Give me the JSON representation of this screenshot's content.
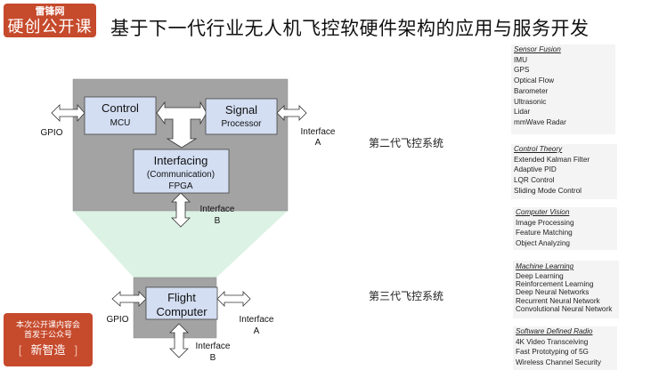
{
  "logo": {
    "line1": "雷锋网",
    "line2": "硬创公开课"
  },
  "title": "基于下一代行业无人机飞控软硬件架构的应用与服务开发",
  "promo": {
    "line1": "本次公开课内容会",
    "line2": "首发于公众号",
    "bracket_left": "[",
    "name": "新智造",
    "bracket_right": "]"
  },
  "diagram_gen2": {
    "control": {
      "title": "Control",
      "sub": "MCU"
    },
    "signal": {
      "title": "Signal",
      "sub": "Processor"
    },
    "interfacing": {
      "title": "Interfacing",
      "sub1": "(Communication)",
      "sub2": "FPGA"
    },
    "gpio": "GPIO",
    "interface_a": {
      "l1": "Interface",
      "l2": "A"
    },
    "interface_b": {
      "l1": "Interface",
      "l2": "B"
    }
  },
  "diagram_gen3": {
    "flight": {
      "l1": "Flight",
      "l2": "Computer"
    },
    "gpio": "GPIO",
    "interface_a": {
      "l1": "Interface",
      "l2": "A"
    },
    "interface_b": {
      "l1": "Interface",
      "l2": "B"
    }
  },
  "labels": {
    "gen2": "第二代飞控系统",
    "gen3": "第三代飞控系统"
  },
  "colors": {
    "brand": "#c64a2c",
    "chip_gray": "#a3a3a3",
    "block_blue": "#d3def2",
    "funnel_green": "#dcf2e4"
  },
  "topics": [
    {
      "heading": "Sensor Fusion",
      "items": [
        "IMU",
        "GPS",
        "Optical Flow",
        "Barometer",
        "Ultrasonic",
        "Lidar",
        "mmWave Radar"
      ]
    },
    {
      "heading": "Control Theory",
      "items": [
        "Extended Kalman Filter",
        "Adaptive PID",
        "LQR Control",
        "Sliding Mode Control"
      ]
    },
    {
      "heading": "Computer Vision",
      "items": [
        "Image Processing",
        "Feature Matching",
        "Object Analyzing"
      ]
    },
    {
      "heading": "Machine Learning",
      "items": [
        "Deep Learning",
        "Reinforcement Learning",
        "Deep Neural Networks",
        "Recurrent Neural Network",
        "Convolutional Neural Network"
      ]
    },
    {
      "heading": "Software Defined Radio",
      "items": [
        "4K Video Transceiving",
        "Fast Prototyping of 5G",
        "Wireless Channel Security"
      ]
    }
  ]
}
